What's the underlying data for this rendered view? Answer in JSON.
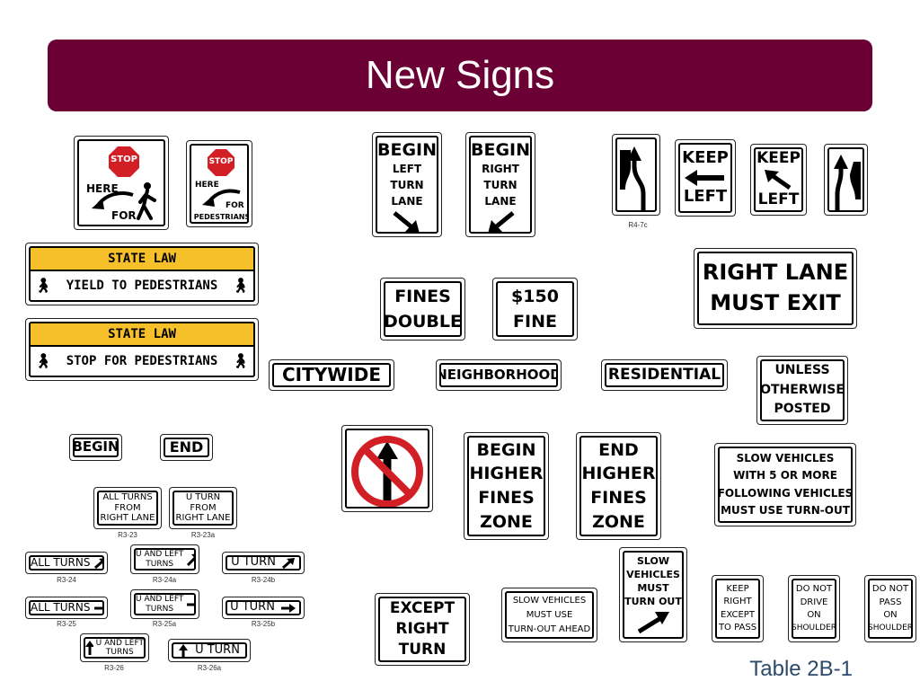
{
  "slide": {
    "title": "New Signs",
    "footer": "Table 2B-1",
    "banner_color": "#6b0034"
  },
  "signs": {
    "stop_here_for": {
      "stop": "STOP",
      "here": "HERE",
      "for": "FOR"
    },
    "stop_here_for_ped": {
      "stop": "STOP",
      "here": "HERE",
      "for": "FOR",
      "ped": "PEDESTRIANS"
    },
    "begin_left": {
      "l1": "BEGIN",
      "l2": "LEFT",
      "l3": "TURN",
      "l4": "LANE"
    },
    "begin_right": {
      "l1": "BEGIN",
      "l2": "RIGHT",
      "l3": "TURN",
      "l4": "LANE"
    },
    "keep_left_1": {
      "l1": "KEEP",
      "l2": "LEFT"
    },
    "keep_left_2": {
      "l1": "KEEP",
      "l2": "LEFT"
    },
    "r47c_code": "R4-7c",
    "yield_ped": {
      "band": "STATE LAW",
      "text": "YIELD TO PEDESTRIANS"
    },
    "stop_ped": {
      "band": "STATE LAW",
      "text": "STOP FOR PEDESTRIANS"
    },
    "fines_double": {
      "l1": "FINES",
      "l2": "DOUBLE"
    },
    "fine_150": {
      "l1": "$150",
      "l2": "FINE"
    },
    "right_lane_exit": {
      "l1": "RIGHT LANE",
      "l2": "MUST EXIT"
    },
    "citywide": "CITYWIDE",
    "neighborhood": "NEIGHBORHOOD",
    "residential": "RESIDENTIAL",
    "unless_posted": {
      "l1": "UNLESS",
      "l2": "OTHERWISE",
      "l3": "POSTED"
    },
    "begin_plaque": "BEGIN",
    "end_plaque": "END",
    "begin_higher": {
      "l1": "BEGIN",
      "l2": "HIGHER",
      "l3": "FINES",
      "l4": "ZONE"
    },
    "end_higher": {
      "l1": "END",
      "l2": "HIGHER",
      "l3": "FINES",
      "l4": "ZONE"
    },
    "slow_5_more": {
      "l1": "SLOW VEHICLES",
      "l2": "WITH 5 OR MORE",
      "l3": "FOLLOWING VEHICLES",
      "l4": "MUST USE TURN-OUT"
    },
    "all_turns_right_lane": {
      "l1": "ALL TURNS",
      "l2": "FROM",
      "l3": "RIGHT LANE",
      "code": "R3-23"
    },
    "u_turn_right_lane": {
      "l1": "U TURN",
      "l2": "FROM",
      "l3": "RIGHT LANE",
      "code": "R3-23a"
    },
    "all_turns_24": {
      "text": "ALL TURNS",
      "code": "R3-24"
    },
    "u_left_24a": {
      "l1": "U AND LEFT",
      "l2": "TURNS",
      "code": "R3-24a"
    },
    "u_turn_24b": {
      "text": "U TURN",
      "code": "R3-24b"
    },
    "all_turns_25": {
      "text": "ALL TURNS",
      "code": "R3-25"
    },
    "u_left_25a": {
      "l1": "U AND LEFT",
      "l2": "TURNS",
      "code": "R3-25a"
    },
    "u_turn_25b": {
      "text": "U TURN",
      "code": "R3-25b"
    },
    "u_left_26": {
      "l1": "U AND LEFT",
      "l2": "TURNS",
      "code": "R3-26"
    },
    "u_turn_26a": {
      "text": "U TURN",
      "code": "R3-26a"
    },
    "except_right": {
      "l1": "EXCEPT",
      "l2": "RIGHT",
      "l3": "TURN"
    },
    "slow_turnout_ahead": {
      "l1": "SLOW VEHICLES",
      "l2": "MUST USE",
      "l3": "TURN-OUT AHEAD"
    },
    "slow_must_turn_out": {
      "l1": "SLOW",
      "l2": "VEHICLES",
      "l3": "MUST",
      "l4": "TURN OUT"
    },
    "keep_right_pass": {
      "l1": "KEEP",
      "l2": "RIGHT",
      "l3": "EXCEPT",
      "l4": "TO PASS"
    },
    "do_not_drive": {
      "l1": "DO NOT",
      "l2": "DRIVE",
      "l3": "ON",
      "l4": "SHOULDER"
    },
    "do_not_pass": {
      "l1": "DO NOT",
      "l2": "PASS",
      "l3": "ON",
      "l4": "SHOULDER"
    }
  }
}
